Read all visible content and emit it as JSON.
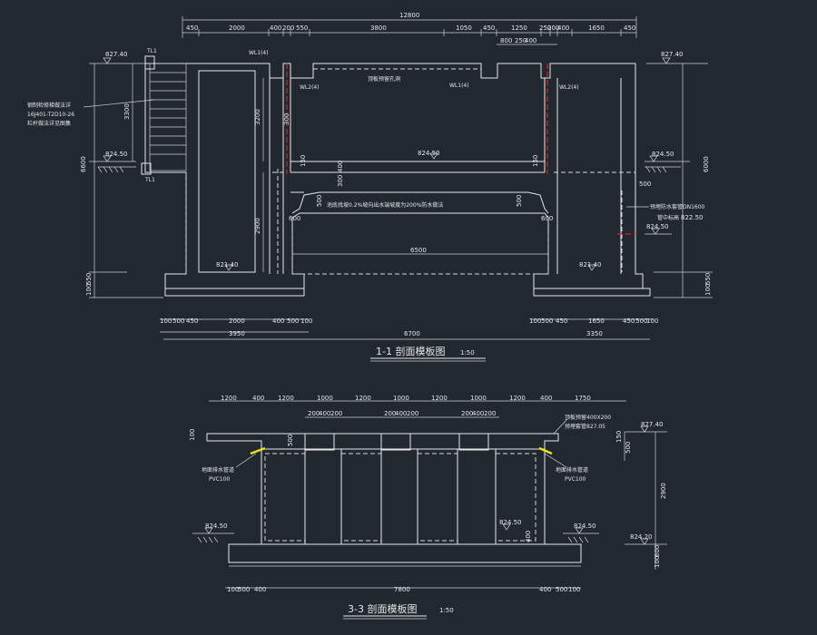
{
  "section_11": {
    "title": "1-1 剖面模板图",
    "scale": "1:50",
    "top_total": "12800",
    "top_dims": [
      "450",
      "2000",
      "400",
      "200",
      "550",
      "3800",
      "1050",
      "450",
      "1250",
      "250",
      "200",
      "400",
      "1650",
      "450"
    ],
    "top_dims_2": [
      "800",
      "250",
      "400"
    ],
    "elev_left_top": "827.40",
    "elev_right_top": "827.40",
    "elev_left_mid": "824.50",
    "elev_right_mid": "824.50",
    "elev_center": "824.50",
    "elev_bottom_left": "821.40",
    "elev_bottom_right": "821.40",
    "elev_pipe": "822.50",
    "left_height": "6600",
    "right_height": "6000",
    "inner_height_1": "3200",
    "inner_height_2": "2900",
    "stair_height": "3300",
    "bottom_left_a": "100",
    "bottom_left_b": "550",
    "bottom_right_a": "100",
    "bottom_right_b": "550",
    "span_inner": "6500",
    "haunch_left": "600",
    "haunch_right": "600",
    "dim_500_a": "500",
    "dim_500_b": "500",
    "dim_300": "300",
    "dim_150": "150",
    "dim_150b": "150",
    "dim_300b": "300",
    "dim_400": "400",
    "dim_100": "100",
    "dim_500_c": "500",
    "bottom_left_dims": [
      "100",
      "500",
      "450",
      "2000",
      "400",
      "500",
      "100"
    ],
    "bottom_left_total": "3950",
    "bottom_center_total": "6700",
    "bottom_right_dims": [
      "100",
      "500",
      "450",
      "1650",
      "450",
      "500",
      "100"
    ],
    "bottom_right_total": "3350",
    "tag_tl1": "TL1",
    "tag_tl1_b": "TL1",
    "tag_wl1_left": "WL1(4)",
    "tag_wl1_mid": "WL1(4)",
    "tag_wl2_left": "WL2(4)",
    "tag_wl2_right": "WL2(4)",
    "note_stair_1": "钢制检修梯做法详",
    "note_stair_2": "16J401-T2D10-26",
    "note_stair_3": "栏杆做法详见图集",
    "note_wall": "顶板预留孔洞",
    "note_haunch": "池底找坡0.2%坡向出水端坡度为200%防水做法",
    "note_pipe_1": "预埋防水套管DN1600",
    "note_pipe_2": "管中标高",
    "note_dn": "DN1600"
  },
  "section_33": {
    "title": "3-3 剖面模板图",
    "scale": "1:50",
    "top_dims": [
      "1200",
      "400",
      "1200",
      "1000",
      "1200",
      "1000",
      "1200",
      "1000",
      "1200",
      "400",
      "1750"
    ],
    "sub_dims_a": [
      "200",
      "400",
      "200"
    ],
    "sub_dims_b": [
      "200",
      "400",
      "200"
    ],
    "sub_dims_c": [
      "200",
      "400",
      "200"
    ],
    "elev_top_right": "827.40",
    "elev_left": "824.50",
    "elev_right": "824.50",
    "elev_mid": "824.50",
    "elev_bottom_right": "824.20",
    "note_hole_1": "顶板预留400X200",
    "note_hole_2": "预埋套管827.05",
    "note_pvc_l_1": "地面排水管道",
    "note_pvc_l_2": "PVC100",
    "note_pvc_r_1": "地面排水管道",
    "note_pvc_r_2": "PVC100",
    "dim_100": "100",
    "dim_500": "500",
    "dim_150": "150",
    "dim_400": "400",
    "dim_2900": "2900",
    "dim_600": "600",
    "bottom_dims_left": [
      "100",
      "500",
      "400"
    ],
    "bottom_total": "7800",
    "bottom_dims_right": [
      "400",
      "500",
      "100"
    ],
    "right_dims": [
      "100",
      "600"
    ]
  }
}
